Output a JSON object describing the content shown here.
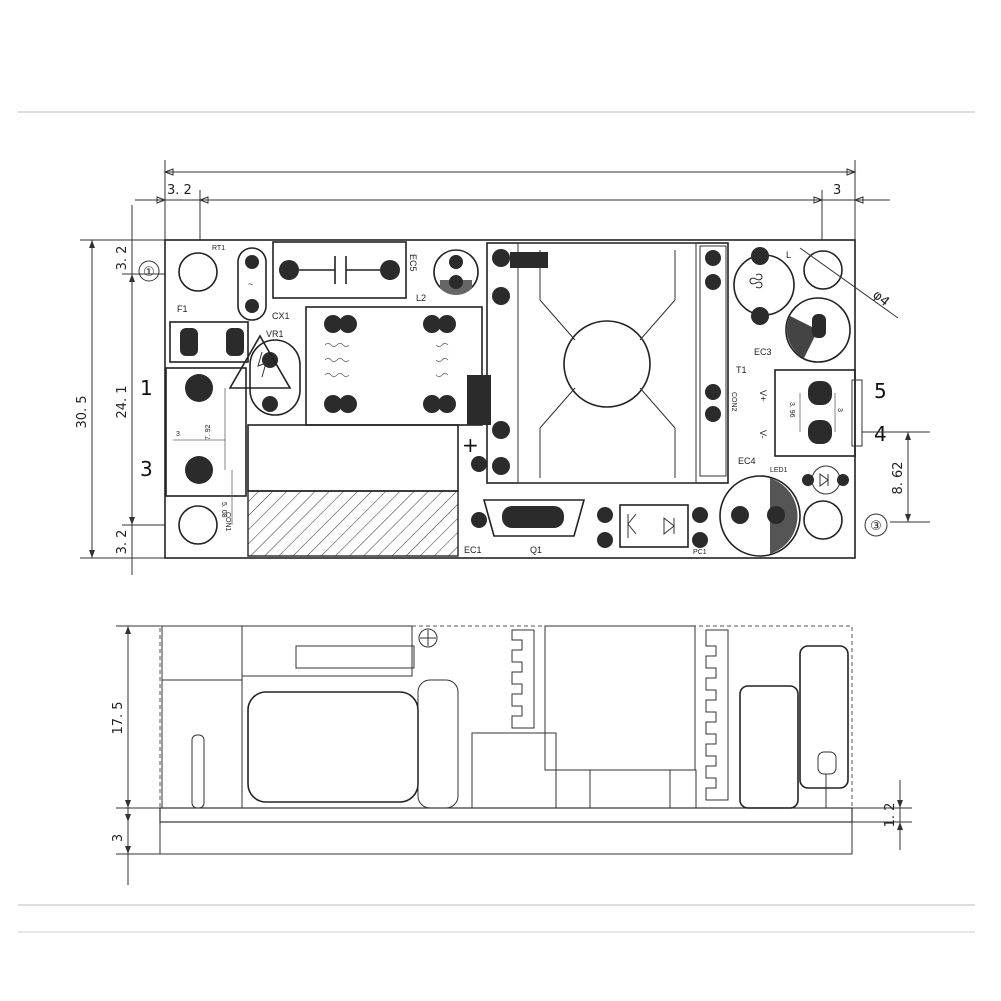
{
  "dimensions": {
    "top_left_offset": "3. 2",
    "top_right_offset": "3",
    "height_total": "30. 5",
    "height_inner": "24. 1",
    "left_top_margin": "3. 2",
    "left_bottom_margin": "3. 2",
    "pin_pitch_vertical": "7. 92",
    "pin_pitch_horizontal": "3",
    "con1_pitch": "5. 08",
    "con2_pitch": "3. 96",
    "con2_small": "3",
    "right_dim": "8. 62",
    "hole_diameter": "φ4",
    "side_height": "17. 5",
    "side_board": "3",
    "side_thickness": "1. 2"
  },
  "callouts": {
    "circle_1": "①",
    "circle_3": "③",
    "pin_1": "1",
    "pin_3": "3",
    "pin_5": "5",
    "pin_4": "4"
  },
  "components": {
    "rt1": "RT1",
    "f1": "F1",
    "cx1": "CX1",
    "vr1": "VR1",
    "ec5": "EC5",
    "l2": "L2",
    "l1": "L",
    "ec3": "EC3",
    "t1": "T1",
    "con2": "CON2",
    "v_plus": "V+",
    "v_minus": "V-",
    "ec4": "EC4",
    "led1": "LED1",
    "ec1": "EC1",
    "q1": "Q1",
    "pc1": "PC1",
    "con1": "CON1",
    "plus": "+"
  }
}
